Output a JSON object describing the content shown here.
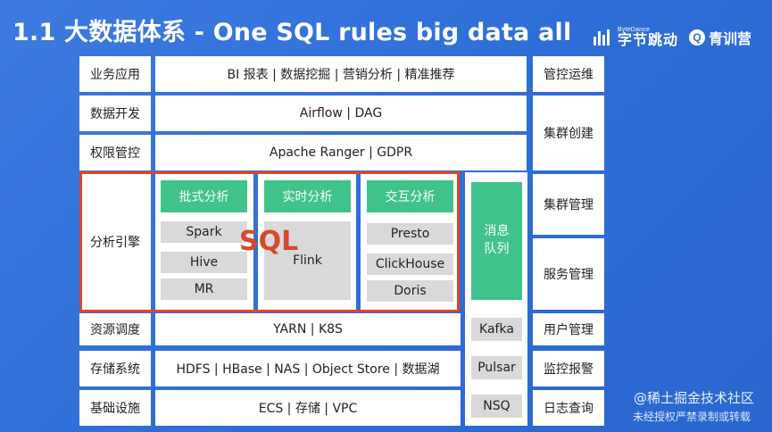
{
  "title": "1.1 大数据体系 - One SQL rules big data all",
  "brand": {
    "bytedance_small": "ByteDance",
    "bytedance_cn": "字节跳动",
    "qxy": "青训营"
  },
  "rows": {
    "row1": {
      "label": "业务应用",
      "content": "BI 报表 | 数据挖掘 | 营销分析 | 精准推荐"
    },
    "row2": {
      "label": "数据开发",
      "content": "Airflow | DAG"
    },
    "row3": {
      "label": "权限管控",
      "content": "Apache Ranger | GDPR"
    },
    "row4": {
      "label": "分析引擎"
    },
    "row5": {
      "label": "资源调度",
      "content": "YARN | K8S"
    },
    "row6": {
      "label": "存储系统",
      "content": "HDFS | HBase | NAS | Object Store | 数据湖"
    },
    "row7": {
      "label": "基础设施",
      "content": "ECS  | 存储 | VPC"
    }
  },
  "engines": {
    "batch": {
      "header": "批式分析",
      "items": [
        "Spark",
        "Hive",
        "MR"
      ]
    },
    "realtime": {
      "header": "实时分析",
      "items": [
        "Flink"
      ]
    },
    "interactive": {
      "header": "交互分析",
      "items": [
        "Presto",
        "ClickHouse",
        "Doris"
      ]
    },
    "sql_label": "SQL"
  },
  "mq": {
    "label_line1": "消息",
    "label_line2": "队列",
    "items": [
      "Kafka",
      "Pulsar",
      "NSQ"
    ]
  },
  "ops": [
    "管控运维",
    "集群创建",
    "集群管理",
    "服务管理",
    "用户管理",
    "监控报警",
    "日志查询"
  ],
  "watermark": {
    "line1": "@稀土掘金技术社区",
    "line2": "未经授权严禁录制或转载"
  }
}
